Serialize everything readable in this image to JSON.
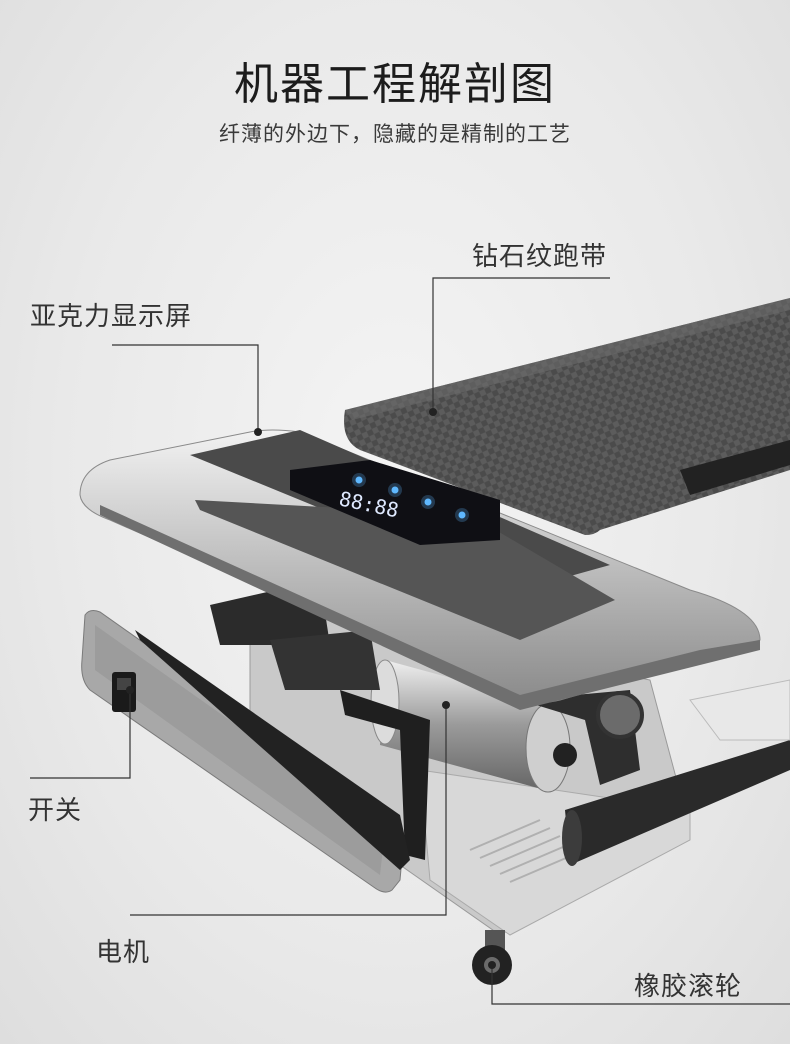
{
  "header": {
    "title": "机器工程解剖图",
    "subtitle": "纤薄的外边下，隐藏的是精制的工艺"
  },
  "callouts": {
    "belt": "钻石纹跑带",
    "display": "亚克力显示屏",
    "switch": "开关",
    "motor": "电机",
    "wheel": "橡胶滚轮"
  },
  "display_readout": "88:88"
}
